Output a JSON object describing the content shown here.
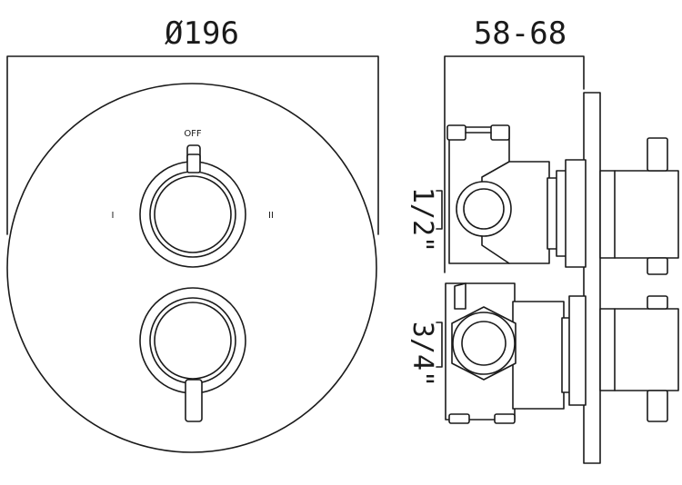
{
  "dimensions": {
    "diameter": "Ø196",
    "depth": "58-68",
    "inlet_top": "1/2\"",
    "inlet_bottom": "3/4\""
  },
  "dial_labels": {
    "off": "OFF",
    "position_one": "I",
    "position_two": "II"
  },
  "colors": {
    "line": "#1a1a1a",
    "background": "#ffffff"
  }
}
